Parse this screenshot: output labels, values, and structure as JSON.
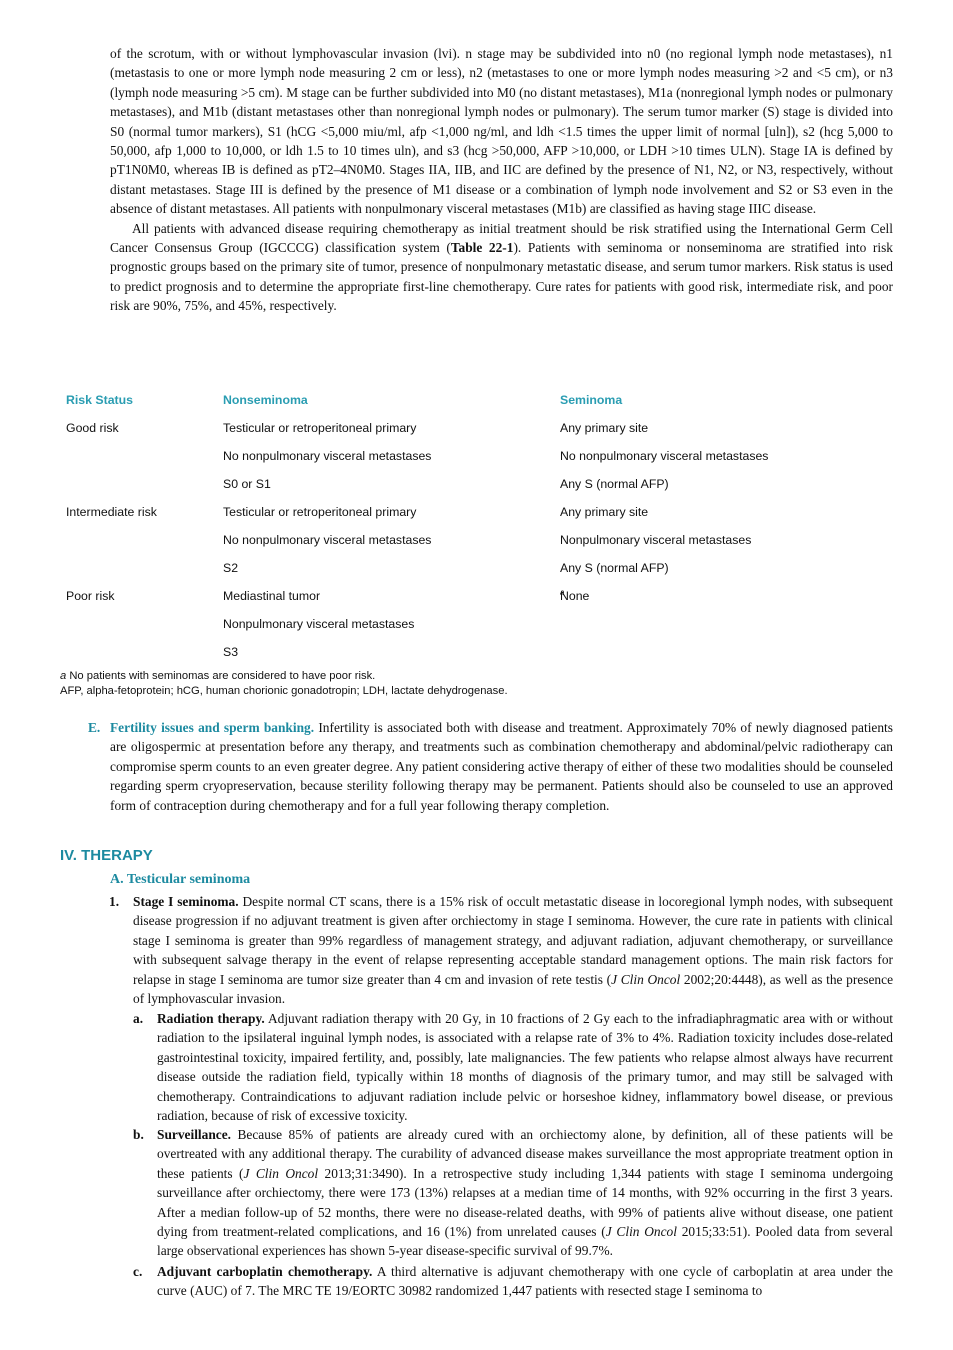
{
  "intro": {
    "p1": "of the scrotum, with or without lymphovascular invasion (lvi). n stage may be subdivided into n0 (no regional lymph node metastases), n1 (metastasis to one or more lymph node measuring 2 cm or less), n2 (metastases to one or more lymph nodes measuring >2 and <5 cm), or n3 (lymph node measuring >5 cm). M stage can be further subdivided into M0 (no distant metastases), M1a (nonregional lymph nodes or pulmonary metastases), and M1b (distant metastases other than nonregional lymph nodes or pulmonary). The serum tumor marker (S) stage is divided into S0 (normal tumor markers), S1 (hCG <5,000 miu/ml, afp <1,000 ng/ml, and ldh <1.5 times the upper limit of normal [uln]), s2 (hcg 5,000 to 50,000, afp 1,000 to 10,000, or ldh 1.5 to 10 times uln), and s3 (hcg >50,000, AFP >10,000, or LDH >10 times ULN). Stage IA is defined by pT1N0M0, whereas IB is defined as pT2–4N0M0. Stages IIA, IIB, and IIC are defined by the presence of N1, N2, or N3, respectively, without distant metastases. Stage III is defined by the presence of M1 disease or a combination of lymph node involvement and S2 or S3 even in the absence of distant metastases. All patients with nonpulmonary visceral metastases (M1b) are classified as having stage IIIC disease.",
    "p2_a": "All patients with advanced disease requiring chemotherapy as initial treatment should be risk stratified using the International Germ Cell Cancer Consensus Group (IGCCCG) classification system (",
    "p2_ref": "Table 22-1",
    "p2_b": "). Patients with seminoma or nonseminoma are stratified into risk prognostic groups based on the primary site of tumor, presence of nonpulmonary metastatic disease, and serum tumor markers. Risk status is used to predict prognosis and to determine the appropriate first-line chemotherapy. Cure rates for patients with good risk, intermediate risk, and poor risk are 90%, 75%, and 45%, respectively."
  },
  "table": {
    "headers": [
      "Risk Status",
      "Nonseminoma",
      "Seminoma"
    ],
    "rows": [
      [
        "Good risk",
        "Testicular or retroperitoneal primary",
        "Any primary site"
      ],
      [
        "",
        "No nonpulmonary visceral metastases",
        "No nonpulmonary visceral metastases"
      ],
      [
        "",
        "S0 or S1",
        "Any S (normal AFP)"
      ],
      [
        "Intermediate risk",
        "Testicular or retroperitoneal primary",
        "Any primary site"
      ],
      [
        "",
        "No nonpulmonary visceral metastases",
        "Nonpulmonary visceral metastases"
      ],
      [
        "",
        "S2",
        "Any S (normal AFP)"
      ],
      [
        "Poor risk",
        "Mediastinal tumor",
        "None"
      ],
      [
        "",
        "Nonpulmonary visceral metastases",
        ""
      ],
      [
        "",
        "S3",
        ""
      ]
    ],
    "none_superscript": "a",
    "footnote_marker": "a",
    "footnote_text": " No patients with seminomas are considered to have poor risk.",
    "abbreviations": "AFP, alpha-fetoprotein; hCG, human chorionic gonadotropin; LDH, lactate dehydrogenase."
  },
  "section_e": {
    "letter": "E.",
    "title": "Fertility issues and sperm banking.",
    "body": " Infertility is associated both with disease and treatment. Approximately 70% of newly diagnosed patients are oligospermic at presentation before any therapy, and treatments such as combination chemotherapy and abdominal/pelvic radiotherapy can compromise sperm counts to an even greater degree. Any patient considering active therapy of either of these two modalities should be counseled regarding sperm cryopreservation, because sterility following therapy may be permanent. Patients should also be counseled to use an approved form of contraception during chemotherapy and for a full year following therapy completion."
  },
  "section_iv": {
    "heading": "IV. THERAPY",
    "sub_a": "A.  Testicular seminoma",
    "item1": {
      "num": "1.",
      "title": "Stage I seminoma.",
      "body_a": " Despite normal CT scans, there is a 15% risk of occult metastatic disease in locoregional lymph nodes, with subsequent disease progression if no adjuvant treatment is given after orchiectomy in stage I seminoma. However, the cure rate in patients with clinical stage I seminoma is greater than 99% regardless of management strategy, and adjuvant radiation, adjuvant chemotherapy, or surveillance with subsequent salvage therapy in the event of relapse representing acceptable standard management options. The main risk factors for relapse in stage I seminoma are tumor size greater than 4 cm and invasion of rete testis (",
      "journal": "J Clin Oncol",
      "body_b": " 2002;20:4448), as well as the presence of lymphovascular invasion."
    },
    "item_a": {
      "letter": "a.",
      "title": "Radiation therapy.",
      "body": " Adjuvant radiation therapy with 20 Gy, in 10 fractions of 2 Gy each to the infradiaphragmatic area with or without radiation to the ipsilateral inguinal lymph nodes, is associated with a relapse rate of 3% to 4%. Radiation toxicity includes dose-related gastrointestinal toxicity, impaired fertility, and, possibly, late malignancies. The few patients who relapse almost always have recurrent disease outside the radiation field, typically within 18 months of diagnosis of the primary tumor, and may still be salvaged with chemotherapy. Contraindications to adjuvant radiation include pelvic or horseshoe kidney, inflammatory bowel disease, or previous radiation, because of risk of excessive toxicity."
    },
    "item_b": {
      "letter": "b.",
      "title": "Surveillance.",
      "body_a": " Because 85% of patients are already cured with an orchiectomy alone, by definition, all of these patients will be overtreated with any additional therapy. The curability of advanced disease makes surveillance the most appropriate treatment option in these patients (",
      "journal1": "J Clin Oncol",
      "body_b": " 2013;31:3490). In a retrospective study including 1,344 patients with stage I seminoma undergoing surveillance after orchiectomy, there were 173 (13%) relapses at a median time of 14 months, with 92% occurring in the first 3 years. After a median follow-up of 52 months, there were no disease-related deaths, with 99% of patients alive without disease, one patient dying from treatment-related complications, and 16 (1%) from unrelated causes (",
      "journal2": "J Clin Oncol",
      "body_c": " 2015;33:51). Pooled data from several large observational experiences has shown 5-year disease-specific survival of 99.7%."
    },
    "item_c": {
      "letter": "c.",
      "title": "Adjuvant carboplatin chemotherapy.",
      "body": " A third alternative is adjuvant chemotherapy with one cycle of carboplatin at area under the curve (AUC) of 7. The MRC TE 19/EORTC 30982 randomized 1,447 patients with resected stage I seminoma to"
    }
  },
  "colors": {
    "accent": "#1c8aa0",
    "table_header": "#2a9db2"
  }
}
